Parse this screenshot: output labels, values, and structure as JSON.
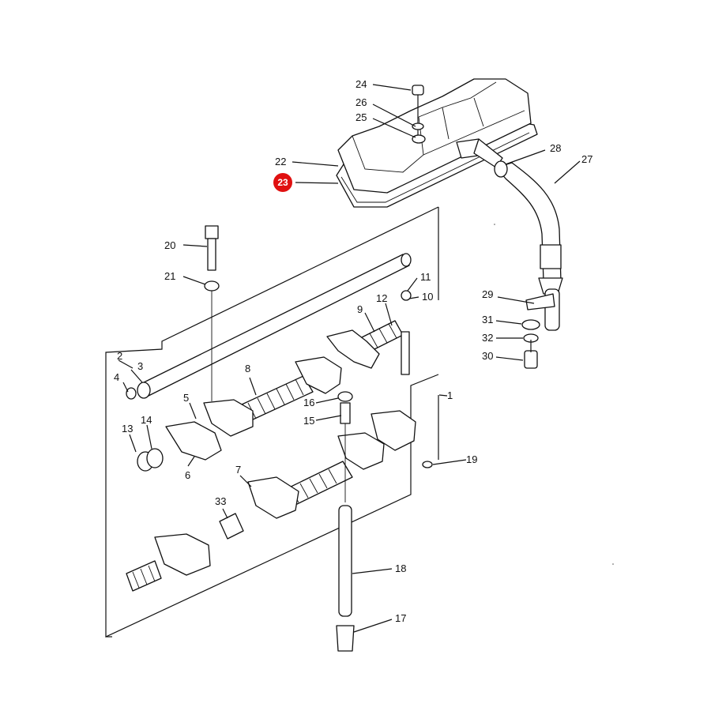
{
  "callouts": [
    {
      "id": "24",
      "label": "24"
    },
    {
      "id": "26",
      "label": "26"
    },
    {
      "id": "25",
      "label": "25"
    },
    {
      "id": "22",
      "label": "22"
    },
    {
      "id": "23",
      "label": "23"
    },
    {
      "id": "28",
      "label": "28"
    },
    {
      "id": "27",
      "label": "27"
    },
    {
      "id": "20",
      "label": "20"
    },
    {
      "id": "21",
      "label": "21"
    },
    {
      "id": "11",
      "label": "11"
    },
    {
      "id": "10",
      "label": "10"
    },
    {
      "id": "9",
      "label": "9"
    },
    {
      "id": "12",
      "label": "12"
    },
    {
      "id": "29",
      "label": "29"
    },
    {
      "id": "31",
      "label": "31"
    },
    {
      "id": "32",
      "label": "32"
    },
    {
      "id": "30",
      "label": "30"
    },
    {
      "id": "2",
      "label": "2"
    },
    {
      "id": "3",
      "label": "3"
    },
    {
      "id": "4",
      "label": "4"
    },
    {
      "id": "8",
      "label": "8"
    },
    {
      "id": "1",
      "label": "1"
    },
    {
      "id": "5",
      "label": "5"
    },
    {
      "id": "16",
      "label": "16"
    },
    {
      "id": "15",
      "label": "15"
    },
    {
      "id": "13",
      "label": "13"
    },
    {
      "id": "14",
      "label": "14"
    },
    {
      "id": "6",
      "label": "6"
    },
    {
      "id": "19",
      "label": "19"
    },
    {
      "id": "7",
      "label": "7"
    },
    {
      "id": "33",
      "label": "33"
    },
    {
      "id": "18",
      "label": "18"
    },
    {
      "id": "17",
      "label": "17"
    }
  ],
  "highlight": {
    "label": "23",
    "color": "#e01010"
  }
}
